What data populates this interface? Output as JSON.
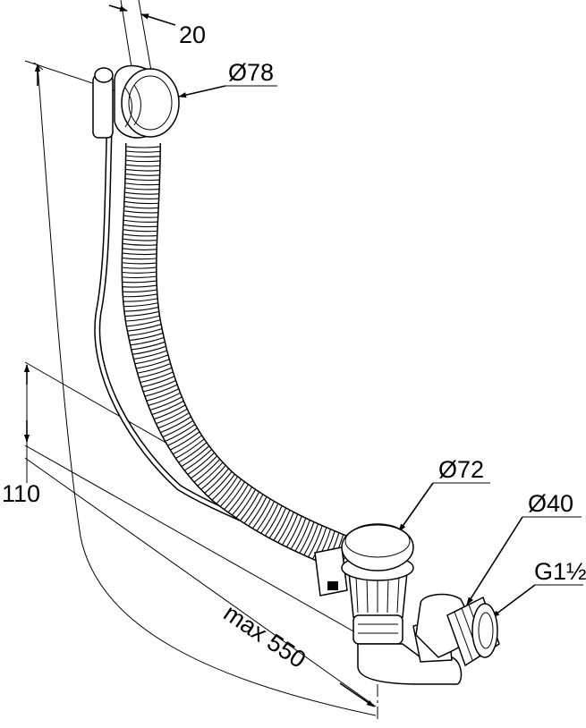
{
  "dimensions": {
    "overflow_depth": "20",
    "overflow_diameter": "Ø78",
    "waste_diameter": "Ø72",
    "outlet_diameter": "Ø40",
    "thread": "G1½",
    "height_offset": "110",
    "max_length": "max 550"
  }
}
